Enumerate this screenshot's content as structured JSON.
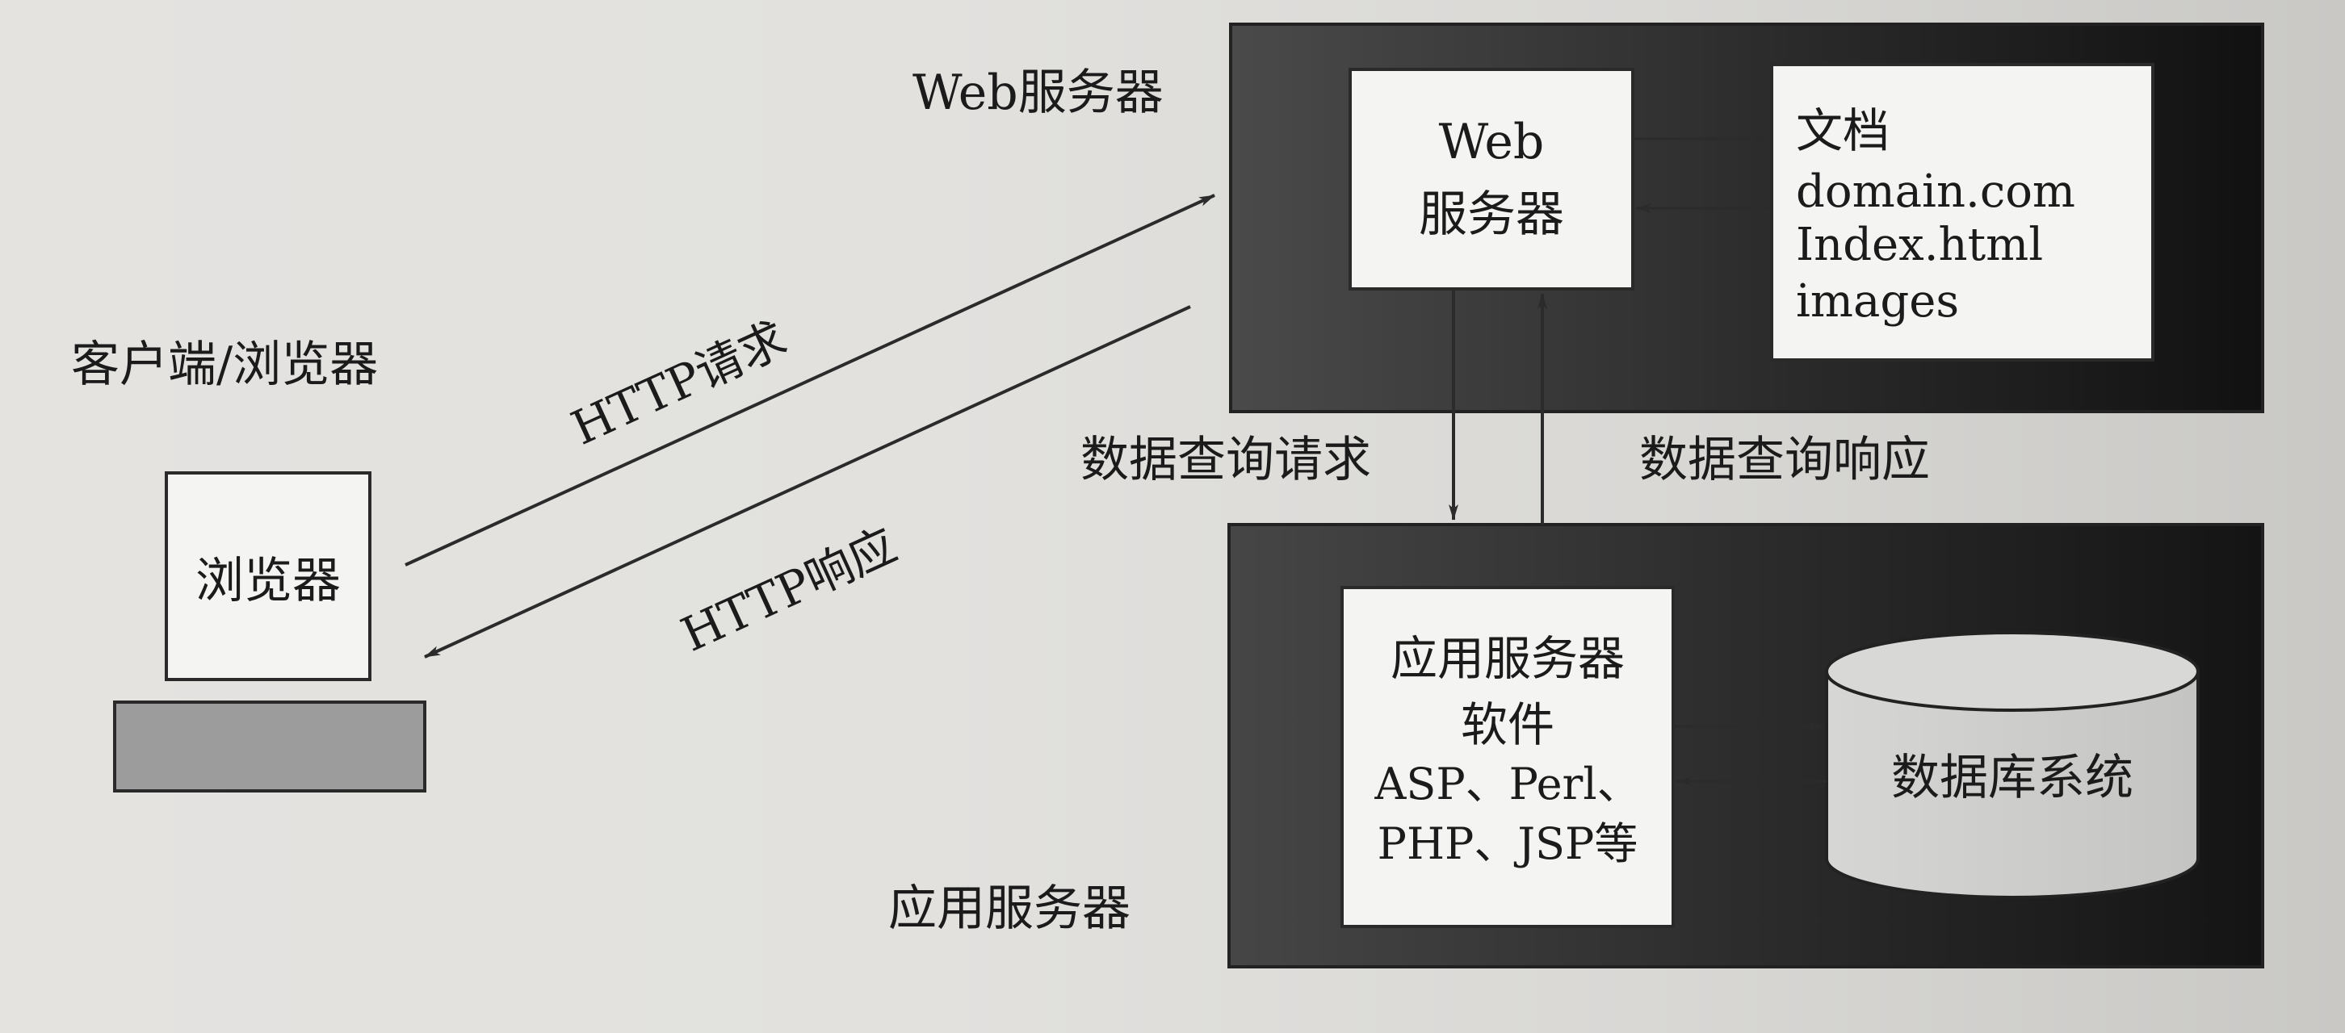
{
  "web_server": {
    "title": "Web服务器",
    "inner_box": [
      "Web",
      "服务器"
    ],
    "docs": [
      "文档",
      "domain.com",
      "Index.html",
      "images"
    ]
  },
  "client": {
    "title": "客户端/浏览器",
    "browser_box": "浏览器"
  },
  "app_server": {
    "title": "应用服务器",
    "software_box": [
      "应用服务器",
      "软件",
      "ASP、Perl、",
      "PHP、JSP等"
    ],
    "database": "数据库系统"
  },
  "connections": {
    "http_request": "HTTP请求",
    "http_response": "HTTP响应",
    "db_query_request": "数据查询请求",
    "db_query_response": "数据查询响应"
  },
  "colors": {
    "background": "#e2e1de",
    "server_panel_dark": "#151515",
    "server_panel_mid": "#3a3a3a",
    "box_fill": "#f4f4f2",
    "monitor_base": "#9c9c9c"
  }
}
